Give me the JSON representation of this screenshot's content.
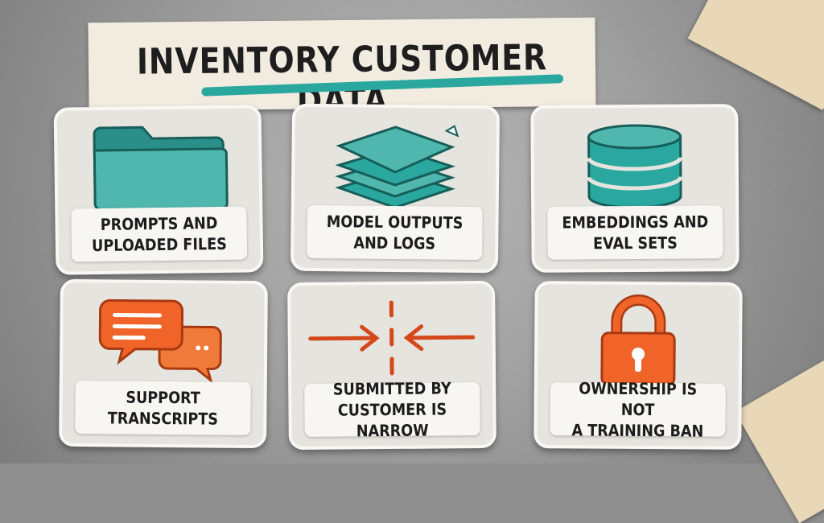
{
  "title": "INVENTORY CUSTOMER DATA",
  "colors": {
    "teal": "#2aa8a0",
    "orange": "#f0642a",
    "card": "#e6e4df",
    "label": "#f7f6f2"
  },
  "cards": [
    {
      "label": "PROMPTS AND\nUPLOADED FILES",
      "icon": "folder-icon"
    },
    {
      "label": "MODEL OUTPUTS\nAND LOGS",
      "icon": "document-stack-icon"
    },
    {
      "label": "EMBEDDINGS AND\nEVAL SETS",
      "icon": "database-icon"
    },
    {
      "label": "SUPPORT\nTRANSCRIPTS",
      "icon": "chat-bubbles-icon"
    },
    {
      "label": "SUBMITTED BY\nCUSTOMER IS NARROW",
      "icon": "converging-arrows-icon"
    },
    {
      "label": "OWNERSHIP IS NOT\nA TRAINING BAN",
      "icon": "padlock-icon"
    }
  ]
}
